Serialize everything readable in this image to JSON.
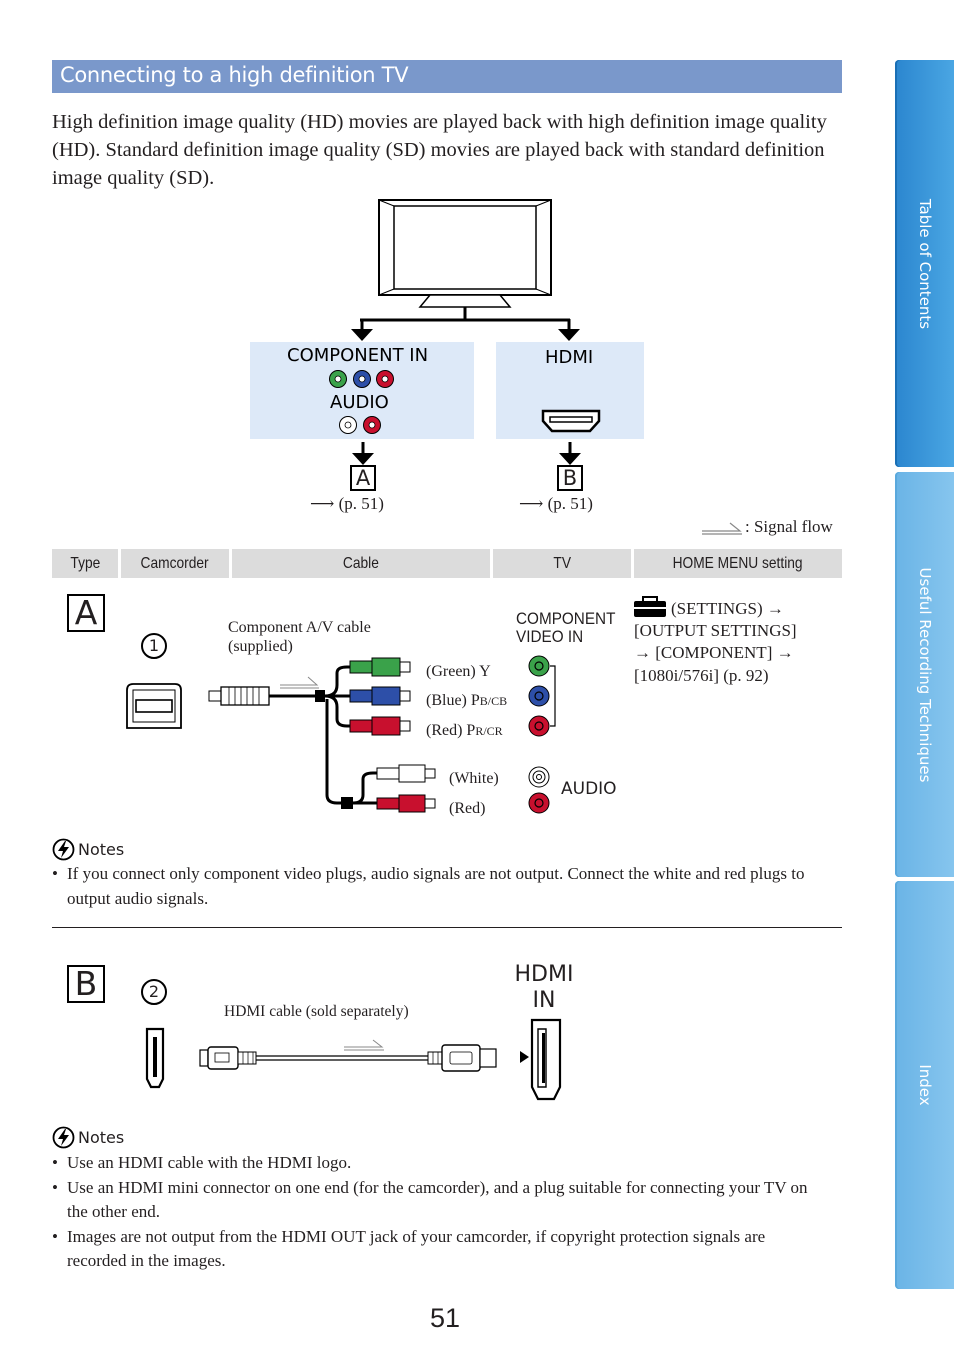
{
  "title": "Connecting to a high definition TV",
  "intro": "High definition image quality (HD) movies are played back with high definition image quality (HD). Standard definition image quality (SD) movies are played back with standard definition image quality (SD).",
  "diagram": {
    "component_in": "COMPONENT IN",
    "audio": "AUDIO",
    "hdmi": "HDMI",
    "letter_a": "A",
    "letter_b": "B",
    "ref_a": "(p. 51)",
    "ref_b": "(p. 51)",
    "signal_flow": ": Signal flow"
  },
  "table_headers": [
    "Type",
    "Camcorder",
    "Cable",
    "TV",
    "HOME MENU setting"
  ],
  "section_a": {
    "letter": "A",
    "number": "1",
    "cable_label_line1": "Component A/V cable",
    "cable_label_line2": "(supplied)",
    "green": "(Green) Y",
    "blue": "(Blue) P",
    "blue_sub": "B/C",
    "blue_sub2": "B",
    "red": "(Red) P",
    "red_sub": "R/C",
    "red_sub2": "R",
    "white": "(White)",
    "red2": "(Red)",
    "tv_component_line1": "COMPONENT",
    "tv_component_line2": "VIDEO IN",
    "tv_audio": "AUDIO",
    "setting_line1": "(SETTINGS) →",
    "setting_line2": "[OUTPUT SETTINGS]",
    "setting_line3": "→ [COMPONENT] →",
    "setting_line4": "[1080i/576i] (p. 92)"
  },
  "notes_a": {
    "heading": "Notes",
    "items": [
      "If you connect only component video plugs, audio signals are not output. Connect the white and red plugs to output audio signals."
    ]
  },
  "section_b": {
    "letter": "B",
    "number": "2",
    "cable_label": "HDMI cable (sold separately)",
    "tv_hdmi_line1": "HDMI",
    "tv_hdmi_line2": "IN"
  },
  "notes_b": {
    "heading": "Notes",
    "items": [
      "Use an HDMI cable with the HDMI logo.",
      "Use an HDMI mini connector on one end (for the camcorder), and a plug suitable for connecting your TV on the other end.",
      "Images are not output from the HDMI OUT jack of your camcorder, if copyright protection signals are recorded in the images."
    ]
  },
  "side_tabs": [
    "Table of Contents",
    "Useful Recording Techniques",
    "Index"
  ],
  "page_number": "51",
  "colors": {
    "title_bar": "#7a98cb",
    "panel": "#dde9f8",
    "tab_active": "#2b86cf",
    "tab_inactive": "#86c5ee"
  }
}
